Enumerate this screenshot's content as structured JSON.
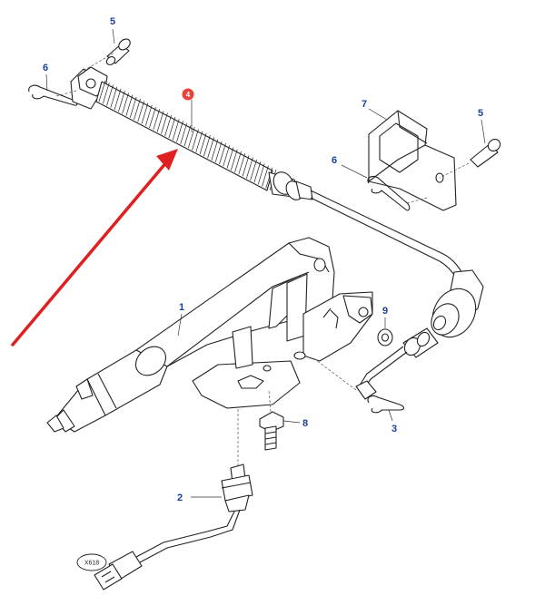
{
  "callouts": [
    {
      "id": "c5a",
      "label": "5"
    },
    {
      "id": "c6a",
      "label": "6"
    },
    {
      "id": "c4",
      "label": "4"
    },
    {
      "id": "c7",
      "label": "7"
    },
    {
      "id": "c5b",
      "label": "5"
    },
    {
      "id": "c6b",
      "label": "6"
    },
    {
      "id": "c1",
      "label": "1"
    },
    {
      "id": "c9",
      "label": "9"
    },
    {
      "id": "c8",
      "label": "8"
    },
    {
      "id": "c3",
      "label": "3"
    },
    {
      "id": "c2",
      "label": "2"
    }
  ],
  "connector_tag": "X618",
  "colors": {
    "callout": "#1a3f9c",
    "highlight_badge": "#e8423a",
    "pointer_arrow": "#e02020",
    "line_art": "#222222"
  }
}
